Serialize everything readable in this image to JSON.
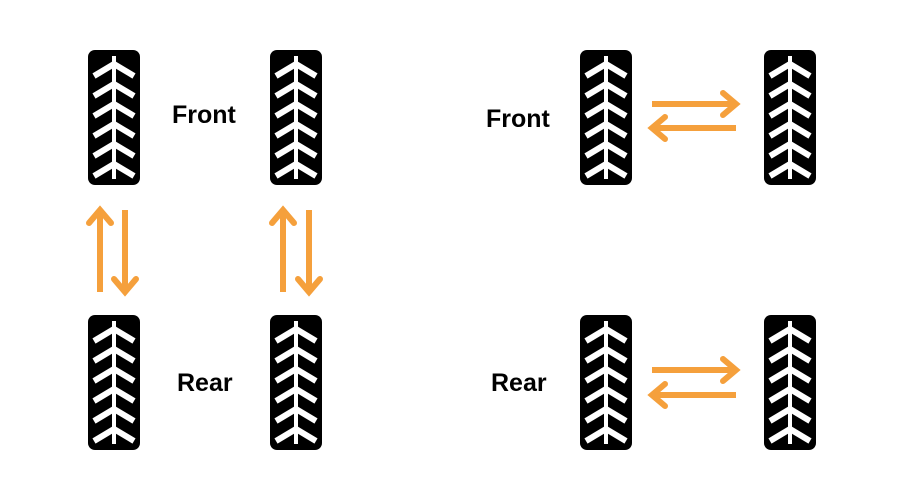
{
  "colors": {
    "tire": "#000000",
    "tread": "#ffffff",
    "arrow": "#f5a03c"
  },
  "left_diagram": {
    "front_label": "Front",
    "rear_label": "Rear",
    "arrow_direction": "vertical"
  },
  "right_diagram": {
    "front_label": "Front",
    "rear_label": "Rear",
    "arrow_direction": "horizontal"
  },
  "icons": {
    "tire": "tire-icon",
    "arrow": "swap-arrow-icon"
  }
}
